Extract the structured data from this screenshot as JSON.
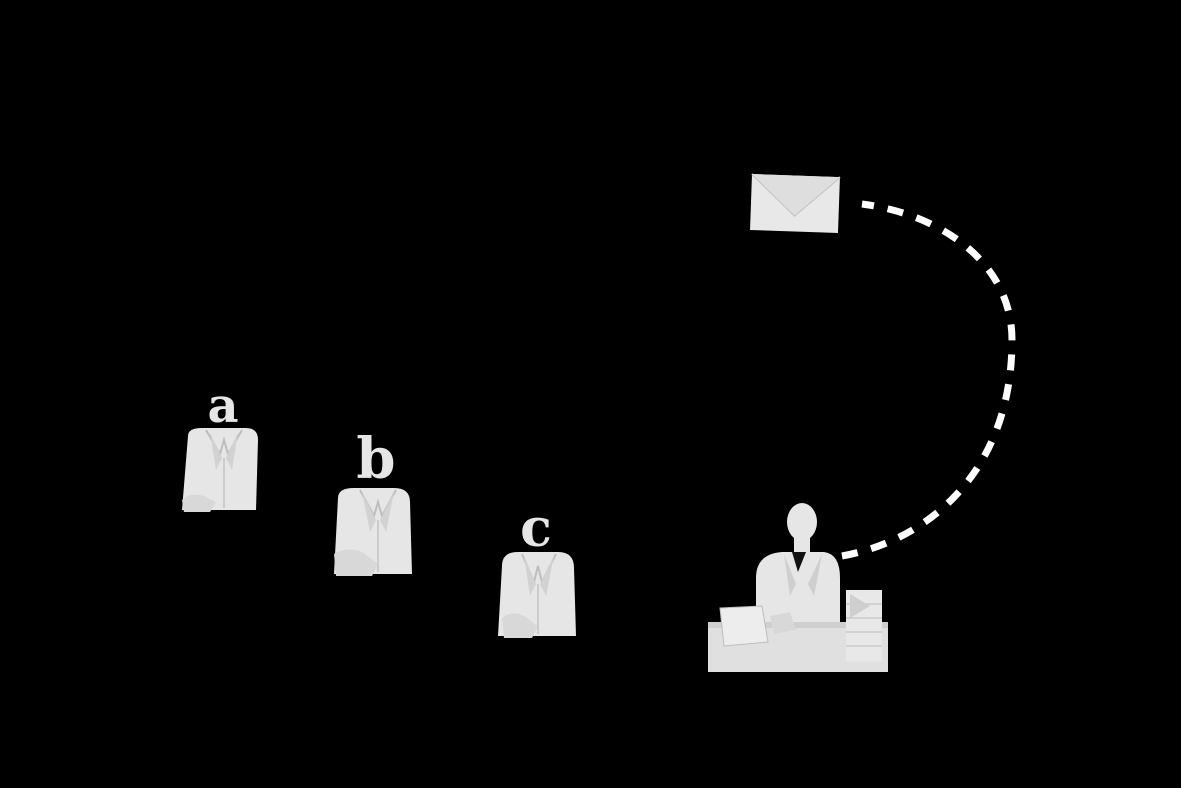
{
  "scene": {
    "background": "#000000",
    "paper_color": "#e6e6e6",
    "shadow_color": "#bdbdbd"
  },
  "figures": [
    {
      "label": "a",
      "icon": "paper-person-icon"
    },
    {
      "label": "b",
      "icon": "paper-person-icon"
    },
    {
      "label": "c",
      "icon": "paper-person-icon"
    }
  ],
  "recipient": {
    "icon": "person-at-desk-icon"
  },
  "envelope": {
    "icon": "envelope-icon"
  },
  "path": {
    "icon": "dashed-arc-icon"
  }
}
